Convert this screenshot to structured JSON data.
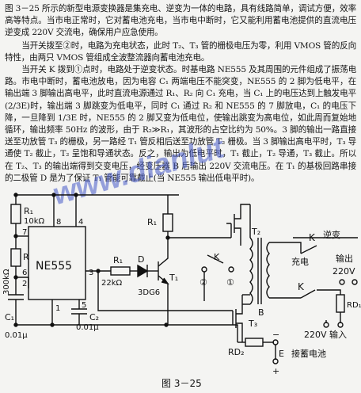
{
  "paragraphs": [
    "图 3－25 所示的新型电源变换器是集充电、逆变为一体的电路，具有线路简单，调试方便，效率高等特点。当市电正常时，它对蓄电池充电，当市电中断时，它又能利用蓄电池提供的直流电压逆变成 220V 交流电，确保用户应急使用。",
    "当开关拨至②时，电路为充电状态，此时 T₂、T₃ 管的栅极电压为零，利用 VMOS 管的反向特性，由两只 VMOS 管组成全波整流器向蓄电池充电。",
    "当开关 K 拨到①点时，电路处于逆变状态。时基电路 NE555 及其周围的元件组成了振荡电路。市电中断时，蓄电池放电，因为电容 C₁ 两端电压不能突变，NE555 的 2 脚为低电平，在输出端 3 脚输出高电平，此时直流电源通过 R₁、R₂ 向 C₁ 充电，当 C₁ 上的电压达到上触发电平(2/3E)时，输出端 3 脚跳变为低电平，同时 C₁ 通过 R₂ 和 NE555 的 7 脚放电，C₁ 的电压下降，一旦降到 1/3E 时，NE555 的 2 脚又变为低电位，使输出跳变为高电位，如此周而复始地循环，输出频率 50Hz 的波形，由于 R₂≫R₁，其波形的占空比约为 50%。3 脚的输出一路直接送至功放管 T₃ 的栅极，另一路经 T₁ 管反相后送至功放管 T₂ 栅极。当 3 脚输出高电平时，T₃ 导通使 T₂ 截止，T₂ 呈饱和导通状态。反之，输出为低电平时，T₁ 截止，T₂ 导通，T₃ 截止。所以在 T₂、T₃ 的输出端得到交变电压，经变压器 B 后输出 220V 交流电压。在 T₁ 的基极回路串接的二极管 D 是为了保证 T₁ 管能可靠截止(当 NE555 输出低电平时)。"
  ],
  "watermark": "www.dianlut",
  "circuit": {
    "ic": "NE555",
    "pins": [
      "8",
      "4",
      "7",
      "6",
      "2",
      "5",
      "1",
      "3"
    ],
    "r1": "R₁",
    "r1_value": "10kΩ",
    "r2": "R₂",
    "r2_value": "300kΩ",
    "c1": "C₁",
    "c1_value": "0.01μ",
    "c2": "C₂",
    "c2_value": "0.01μ",
    "r_base": "R₁",
    "r_base_value": "22kΩ",
    "diode": "D",
    "diode_part": "3DG6",
    "t1": "T₁",
    "rl": "R₁",
    "t2": "T₂",
    "t3": "T₃",
    "switch_k": "K",
    "pos2": "②",
    "pos1": "①",
    "transformer": "B",
    "fuse": "RD₂",
    "battery_e": "E",
    "battery_label": "接蓄电池",
    "minus": "−",
    "plus": "+",
    "relay_k_top": "K",
    "inverter_label": "逆变",
    "charge_label": "充电",
    "relay_k_bottom": "K",
    "output_label": "输出",
    "output_voltage": "220V",
    "rd1": "RD₁",
    "input_label": "220V 输入"
  },
  "caption": "图 3－25"
}
